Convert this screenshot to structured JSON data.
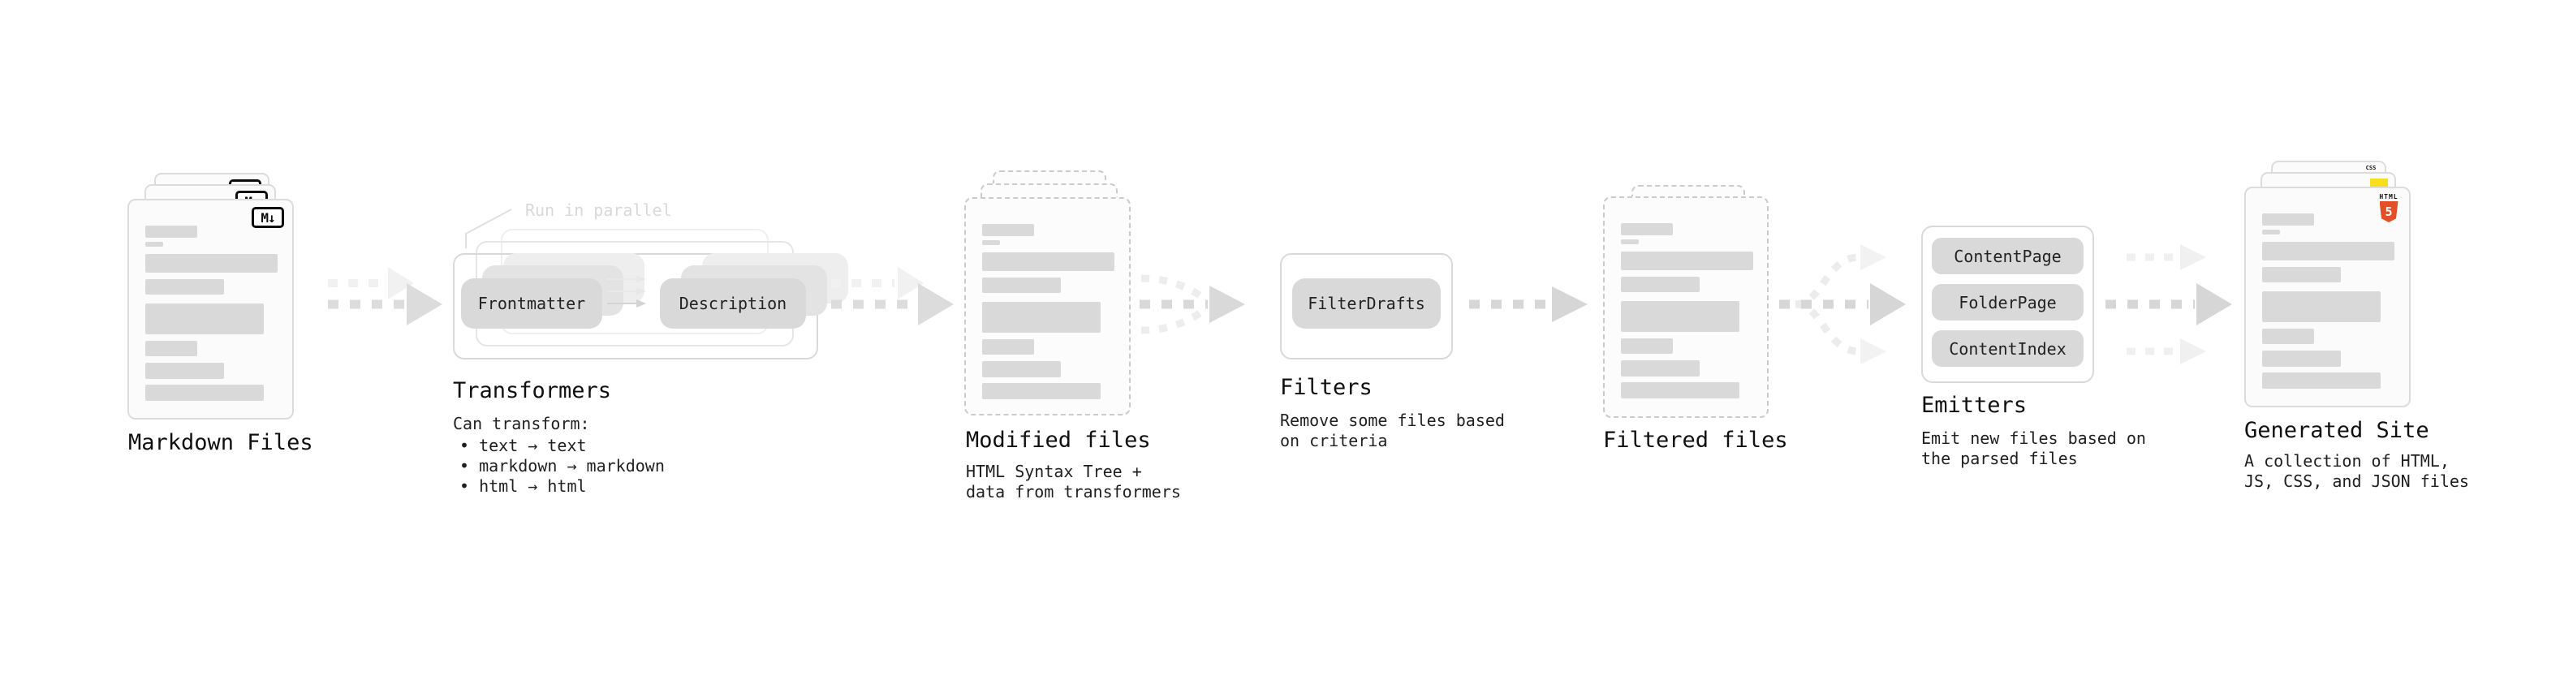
{
  "stages": {
    "markdown_files": {
      "label": "Markdown Files"
    },
    "transformers": {
      "note": "Run in parallel",
      "pill_left": "Frontmatter",
      "pill_right": "Description",
      "label": "Transformers",
      "desc_title": "Can transform:",
      "bullet_1": "• text → text",
      "bullet_2": "• markdown → markdown",
      "bullet_3": "• html → html"
    },
    "modified_files": {
      "label": "Modified files",
      "desc_1": "HTML Syntax Tree +",
      "desc_2": "data from transformers"
    },
    "filters": {
      "label": "Filters",
      "pill": "FilterDrafts",
      "desc_1": "Remove some files based",
      "desc_2": "on criteria"
    },
    "filtered_files": {
      "label": "Filtered files"
    },
    "emitters": {
      "label": "Emitters",
      "pill_1": "ContentPage",
      "pill_2": "FolderPage",
      "pill_3": "ContentIndex",
      "desc_1": "Emit new files based on",
      "desc_2": "the parsed files"
    },
    "generated_site": {
      "label": "Generated Site",
      "desc_1": "A collection of HTML,",
      "desc_2": "JS, CSS, and JSON files"
    }
  },
  "icons": {
    "markdown_badge": "M↓",
    "html5_badge_title": "HTML",
    "html5_badge_number": "5",
    "css_badge": "CSS"
  },
  "colors": {
    "html5_orange": "#e34f26",
    "js_yellow": "#f7df1e",
    "css_blue": "#2965f1",
    "skeleton_gray": "#d9d9d9",
    "arrow_gray": "#d6d6d6",
    "ghost_arrow_gray": "#f0f0f0",
    "note_gray": "#d9d9d9"
  }
}
